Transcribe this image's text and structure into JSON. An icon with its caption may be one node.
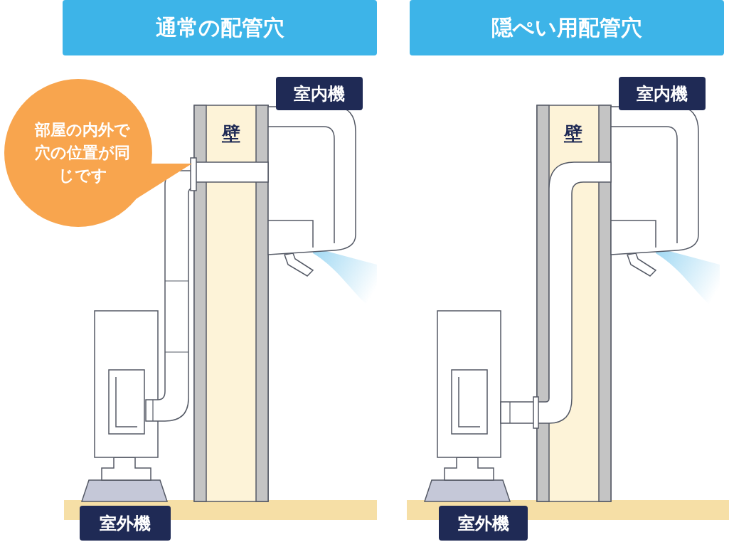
{
  "diagram": {
    "nodes": [
      {
        "text": [
          "通常の配管穴"
        ]
      },
      {
        "text": [
          "隠ぺい用配管穴"
        ]
      },
      {
        "text": [
          "部屋の内外で穴の位置が同じです"
        ]
      },
      {
        "text": [
          "壁"
        ]
      },
      {
        "text": [
          "室内機"
        ]
      },
      {
        "text": [
          "室外機"
        ]
      },
      {
        "text": [
          "壁"
        ]
      },
      {
        "text": [
          "室内機"
        ]
      },
      {
        "text": [
          "室外機"
        ]
      }
    ]
  }
}
